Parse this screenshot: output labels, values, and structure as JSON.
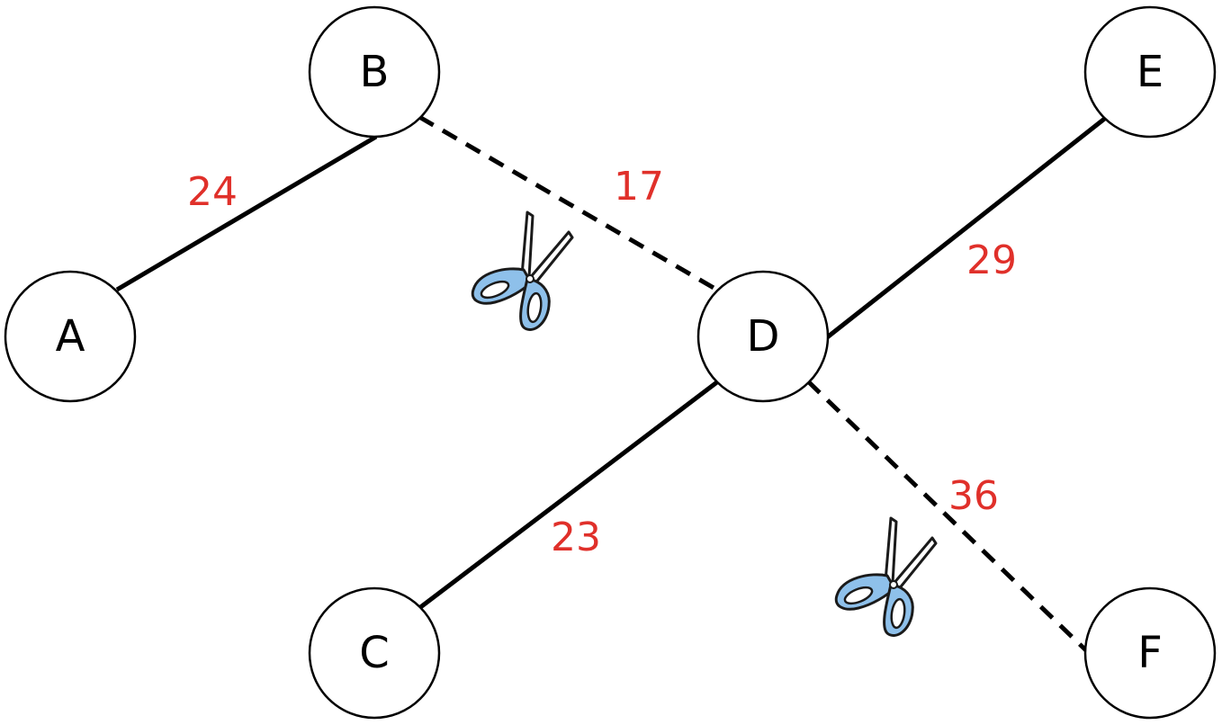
{
  "colors": {
    "weight_text": "#e0302a",
    "scissors_fill": "#8ec0ea",
    "edge": "#000000",
    "node_stroke": "#000000"
  },
  "nodes": [
    {
      "id": "A",
      "label": "A"
    },
    {
      "id": "B",
      "label": "B"
    },
    {
      "id": "C",
      "label": "C"
    },
    {
      "id": "D",
      "label": "D"
    },
    {
      "id": "E",
      "label": "E"
    },
    {
      "id": "F",
      "label": "F"
    }
  ],
  "edges": [
    {
      "from": "A",
      "to": "B",
      "weight": "24",
      "style": "solid"
    },
    {
      "from": "B",
      "to": "D",
      "weight": "17",
      "style": "dashed",
      "cut": true
    },
    {
      "from": "D",
      "to": "E",
      "weight": "29",
      "style": "solid"
    },
    {
      "from": "C",
      "to": "D",
      "weight": "23",
      "style": "solid"
    },
    {
      "from": "D",
      "to": "F",
      "weight": "36",
      "style": "dashed",
      "cut": true
    }
  ],
  "icons": {
    "cut_marker": "scissors-icon"
  }
}
